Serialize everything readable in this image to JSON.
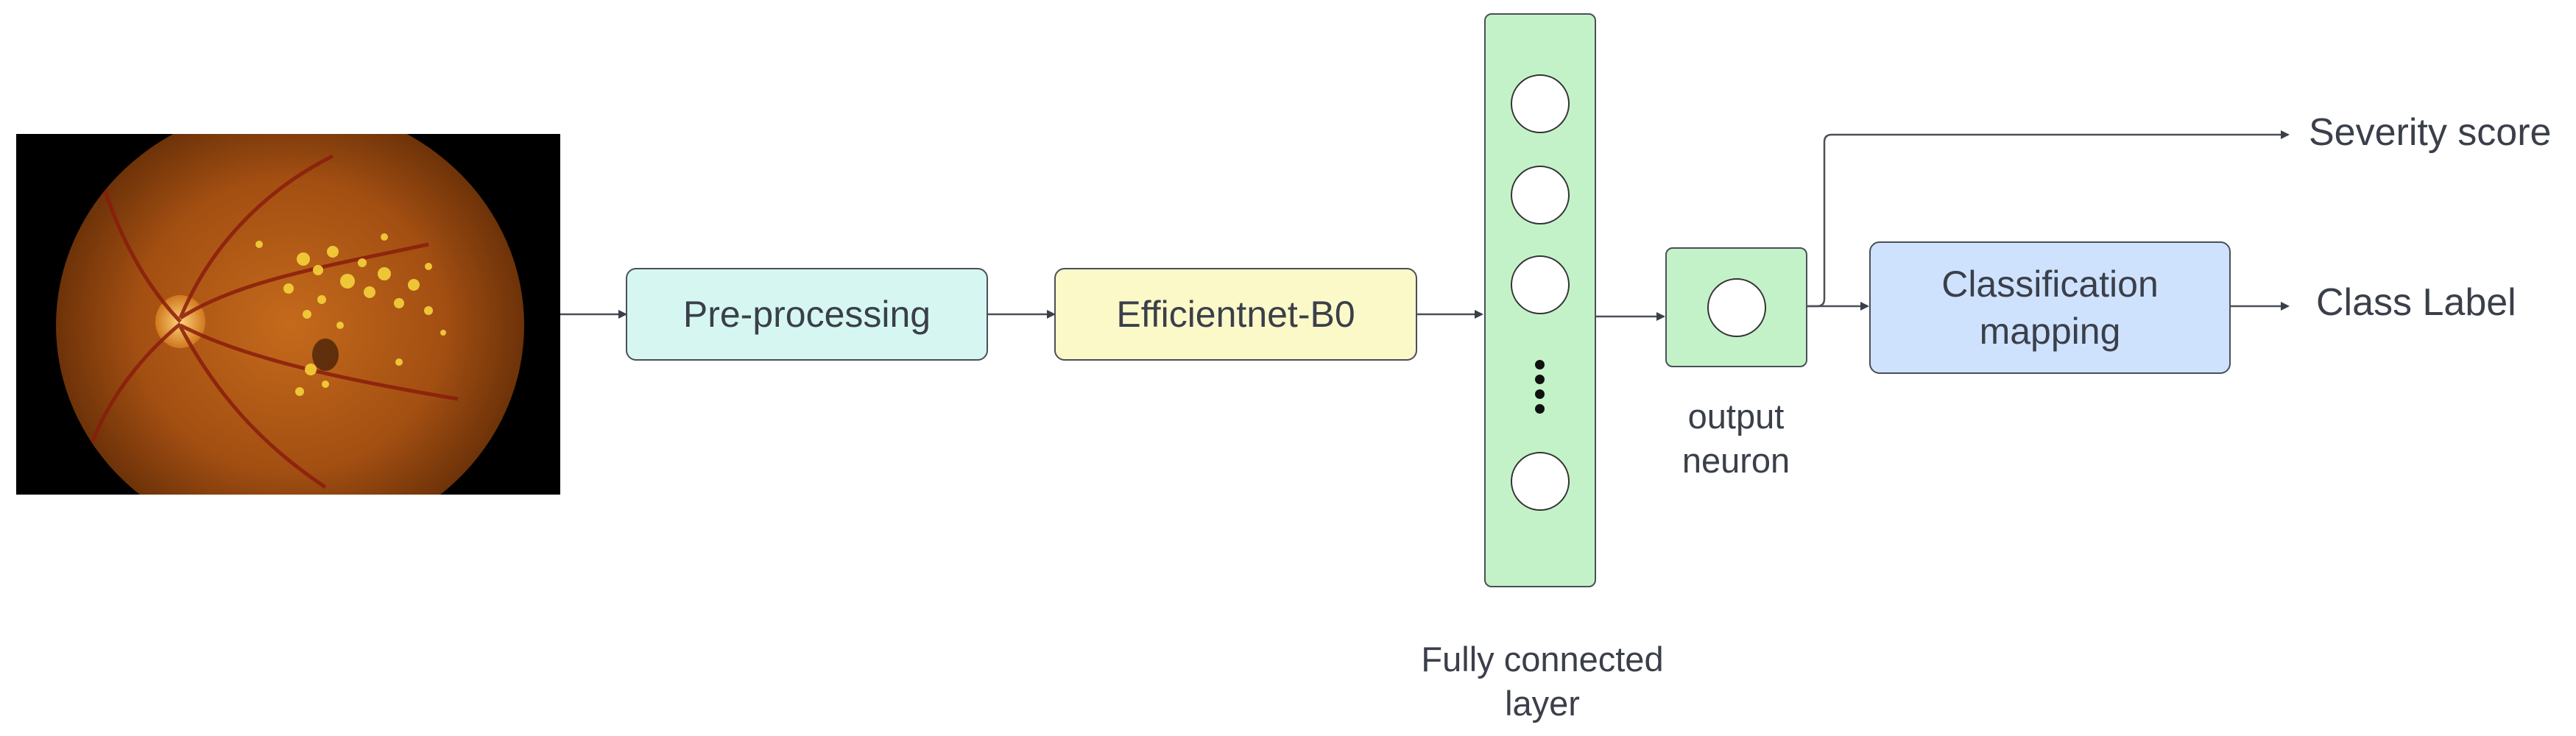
{
  "nodes": {
    "preprocessing": "Pre-processing",
    "backbone": "Efficientnet-B0",
    "classification": "Classification mapping"
  },
  "labels": {
    "fully_connected": "Fully connected layer",
    "output_neuron": "output neuron",
    "severity": "Severity score",
    "class_label": "Class Label"
  },
  "colors": {
    "preprocessing": "#d6f7f1",
    "backbone": "#fbf9c8",
    "fc_layer": "#c4f2c8",
    "output": "#c4f2c8",
    "classification": "#cfe2fd",
    "stroke": "#4a4f58"
  },
  "image": {
    "subject": "retinal fundus photograph",
    "icon": "fundus-image"
  }
}
